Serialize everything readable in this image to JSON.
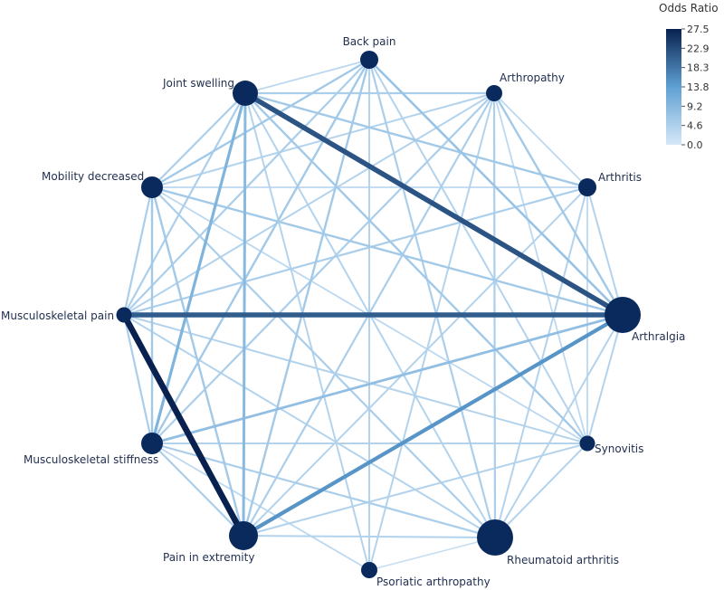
{
  "chart_data": {
    "type": "network",
    "legend": {
      "title": "Odds Ratio",
      "ticks": [
        "27.5",
        "22.9",
        "18.3",
        "13.8",
        "9.2",
        "4.6",
        "0.0"
      ],
      "min": 0.0,
      "max": 27.5,
      "color_low": "#d6e8f8",
      "color_high": "#08214f",
      "placement": "top-right"
    },
    "node_color": "#0a2a5e",
    "nodes": [
      {
        "id": "back",
        "label": "Back pain",
        "size": 1.0
      },
      {
        "id": "arthropathy",
        "label": "Arthropathy",
        "size": 0.9
      },
      {
        "id": "arthritis",
        "label": "Arthritis",
        "size": 1.0
      },
      {
        "id": "arthralgia",
        "label": "Arthralgia",
        "size": 2.0
      },
      {
        "id": "synovitis",
        "label": "Synovitis",
        "size": 0.85
      },
      {
        "id": "ra",
        "label": "Rheumatoid arthritis",
        "size": 2.0
      },
      {
        "id": "psoriatic",
        "label": "Psoriatic arthropathy",
        "size": 0.9
      },
      {
        "id": "extremity",
        "label": "Pain in extremity",
        "size": 1.6
      },
      {
        "id": "stiffness",
        "label": "Musculoskeletal stiffness",
        "size": 1.2
      },
      {
        "id": "mskpain",
        "label": "Musculoskeletal pain",
        "size": 0.85
      },
      {
        "id": "mobility",
        "label": "Mobility decreased",
        "size": 1.2
      },
      {
        "id": "swelling",
        "label": "Joint swelling",
        "size": 1.4
      }
    ],
    "edges": [
      {
        "a": "swelling",
        "b": "arthralgia",
        "or": 22.0
      },
      {
        "a": "mskpain",
        "b": "arthralgia",
        "or": 21.0
      },
      {
        "a": "mskpain",
        "b": "extremity",
        "or": 27.5
      },
      {
        "a": "extremity",
        "b": "arthralgia",
        "or": 15.0
      },
      {
        "a": "stiffness",
        "b": "arthralgia",
        "or": 8.0
      },
      {
        "a": "mobility",
        "b": "arthralgia",
        "or": 6.0
      },
      {
        "a": "ra",
        "b": "arthralgia",
        "or": 4.0
      },
      {
        "a": "arthropathy",
        "b": "arthralgia",
        "or": 6.0
      },
      {
        "a": "arthritis",
        "b": "arthralgia",
        "or": 4.0
      },
      {
        "a": "synovitis",
        "b": "arthralgia",
        "or": 4.0
      },
      {
        "a": "back",
        "b": "arthralgia",
        "or": 7.0
      },
      {
        "a": "swelling",
        "b": "extremity",
        "or": 9.0
      },
      {
        "a": "swelling",
        "b": "stiffness",
        "or": 10.0
      },
      {
        "a": "swelling",
        "b": "ra",
        "or": 4.0
      },
      {
        "a": "swelling",
        "b": "mobility",
        "or": 5.0
      },
      {
        "a": "swelling",
        "b": "mskpain",
        "or": 5.0
      },
      {
        "a": "swelling",
        "b": "back",
        "or": 3.0
      },
      {
        "a": "swelling",
        "b": "arthropathy",
        "or": 5.0
      },
      {
        "a": "swelling",
        "b": "arthritis",
        "or": 6.0
      },
      {
        "a": "swelling",
        "b": "synovitis",
        "or": 6.0
      },
      {
        "a": "swelling",
        "b": "psoriatic",
        "or": 4.0
      },
      {
        "a": "extremity",
        "b": "ra",
        "or": 4.0
      },
      {
        "a": "extremity",
        "b": "back",
        "or": 6.0
      },
      {
        "a": "extremity",
        "b": "arthropathy",
        "or": 5.0
      },
      {
        "a": "extremity",
        "b": "arthritis",
        "or": 4.0
      },
      {
        "a": "extremity",
        "b": "synovitis",
        "or": 4.0
      },
      {
        "a": "extremity",
        "b": "mobility",
        "or": 6.0
      },
      {
        "a": "extremity",
        "b": "stiffness",
        "or": 5.0
      },
      {
        "a": "mobility",
        "b": "stiffness",
        "or": 6.0
      },
      {
        "a": "mobility",
        "b": "mskpain",
        "or": 5.0
      },
      {
        "a": "mobility",
        "b": "back",
        "or": 6.0
      },
      {
        "a": "mobility",
        "b": "arthritis",
        "or": 3.0
      },
      {
        "a": "mobility",
        "b": "arthropathy",
        "or": 4.0
      },
      {
        "a": "mobility",
        "b": "ra",
        "or": 5.0
      },
      {
        "a": "mobility",
        "b": "synovitis",
        "or": 3.0
      },
      {
        "a": "mskpain",
        "b": "stiffness",
        "or": 5.0
      },
      {
        "a": "mskpain",
        "b": "back",
        "or": 5.0
      },
      {
        "a": "mskpain",
        "b": "arthropathy",
        "or": 4.0
      },
      {
        "a": "mskpain",
        "b": "arthritis",
        "or": 5.0
      },
      {
        "a": "mskpain",
        "b": "ra",
        "or": 4.0
      },
      {
        "a": "mskpain",
        "b": "synovitis",
        "or": 4.0
      },
      {
        "a": "stiffness",
        "b": "back",
        "or": 6.0
      },
      {
        "a": "stiffness",
        "b": "ra",
        "or": 5.0
      },
      {
        "a": "stiffness",
        "b": "synovitis",
        "or": 4.0
      },
      {
        "a": "stiffness",
        "b": "arthropathy",
        "or": 5.0
      },
      {
        "a": "stiffness",
        "b": "psoriatic",
        "or": 3.0
      },
      {
        "a": "back",
        "b": "ra",
        "or": 5.0
      },
      {
        "a": "back",
        "b": "synovitis",
        "or": 4.0
      },
      {
        "a": "back",
        "b": "psoriatic",
        "or": 4.0
      },
      {
        "a": "arthropathy",
        "b": "ra",
        "or": 5.0
      },
      {
        "a": "arthropathy",
        "b": "synovitis",
        "or": 3.0
      },
      {
        "a": "arthropathy",
        "b": "arthritis",
        "or": 3.0
      },
      {
        "a": "arthropathy",
        "b": "psoriatic",
        "or": 4.0
      },
      {
        "a": "arthritis",
        "b": "ra",
        "or": 4.0
      },
      {
        "a": "arthritis",
        "b": "synovitis",
        "or": 3.0
      },
      {
        "a": "ra",
        "b": "synovitis",
        "or": 4.0
      },
      {
        "a": "ra",
        "b": "psoriatic",
        "or": 2.0
      }
    ]
  }
}
